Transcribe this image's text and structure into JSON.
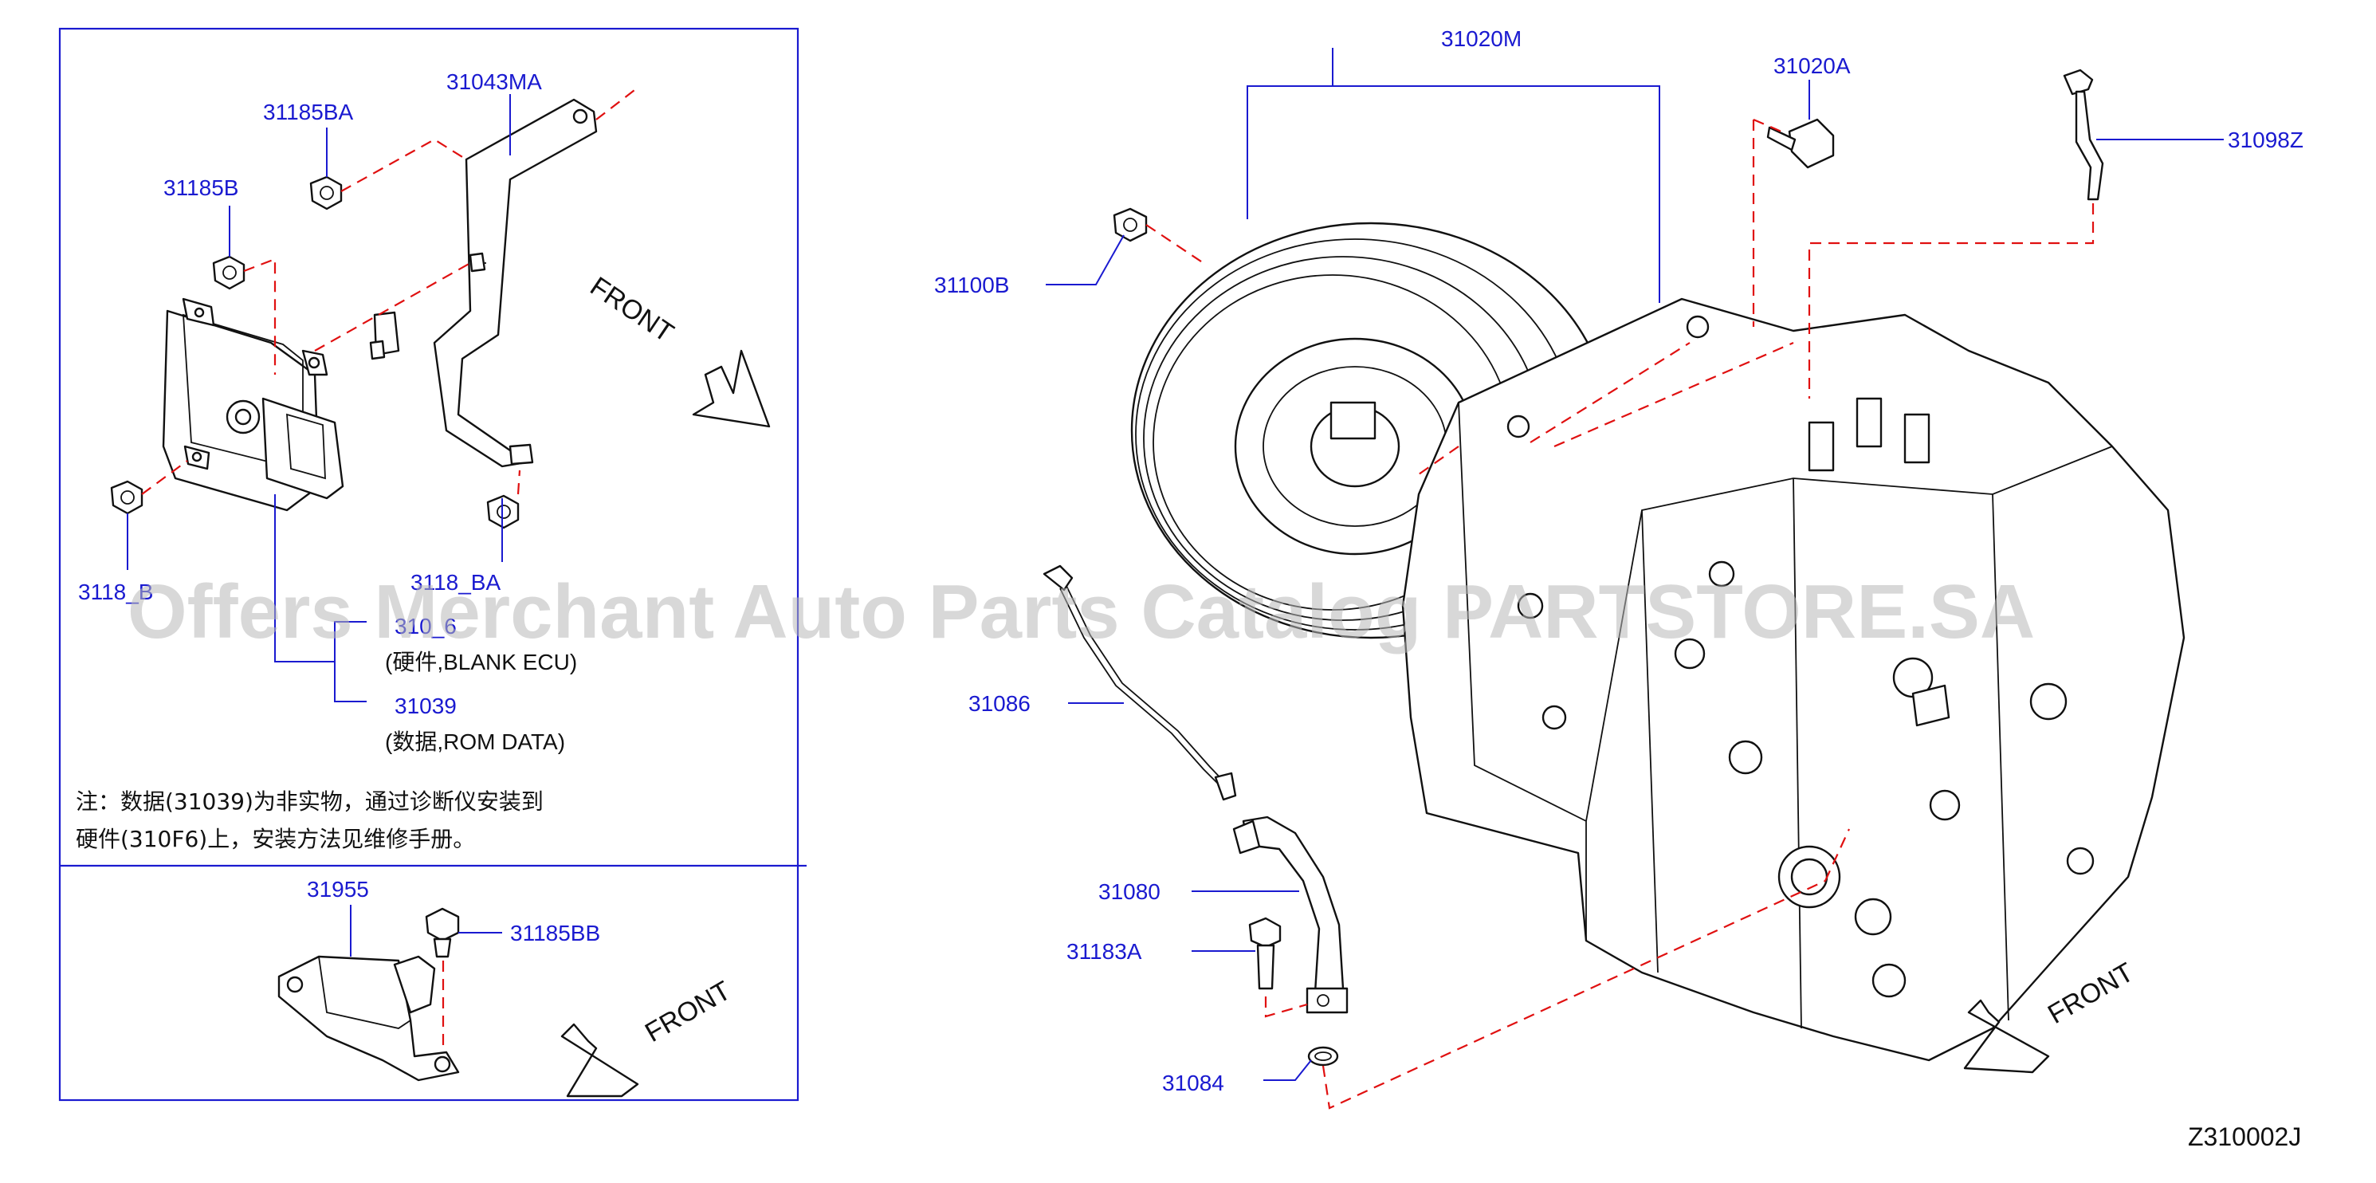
{
  "labels": {
    "p31185BA_top": "31185BA",
    "p31043MA": "31043MA",
    "p31185B_top": "31185B",
    "p31185B_left": "3118_B",
    "p31185BA_bottom": "3118_BA",
    "p310F6": "310_6",
    "p310F6_desc": "(硬件,BLANK  ECU)",
    "p31039": "31039",
    "p31039_desc": "(数据,ROM  DATA)",
    "p31955": "31955",
    "p31185BB": "31185BB",
    "p31020M": "31020M",
    "p31020A": "31020A",
    "p31098Z": "31098Z",
    "p31100B": "31100B",
    "p31086": "31086",
    "p31080": "31080",
    "p31183A": "31183A",
    "p31084": "31084"
  },
  "note": {
    "line1": "注：数据(31039)为非实物，通过诊断仪安装到",
    "line2": "硬件(310F6)上，安装方法见维修手册。"
  },
  "front_text": "FRONT",
  "diagram_code": "Z310002J",
  "watermark": "Offers Merchant Auto Parts Catalog PARTSTORE.SA",
  "colors": {
    "label_blue": "#1a1ad0",
    "dash_red": "#e01010",
    "outline": "#111111",
    "watermark_gray": "#b8b8b8"
  }
}
